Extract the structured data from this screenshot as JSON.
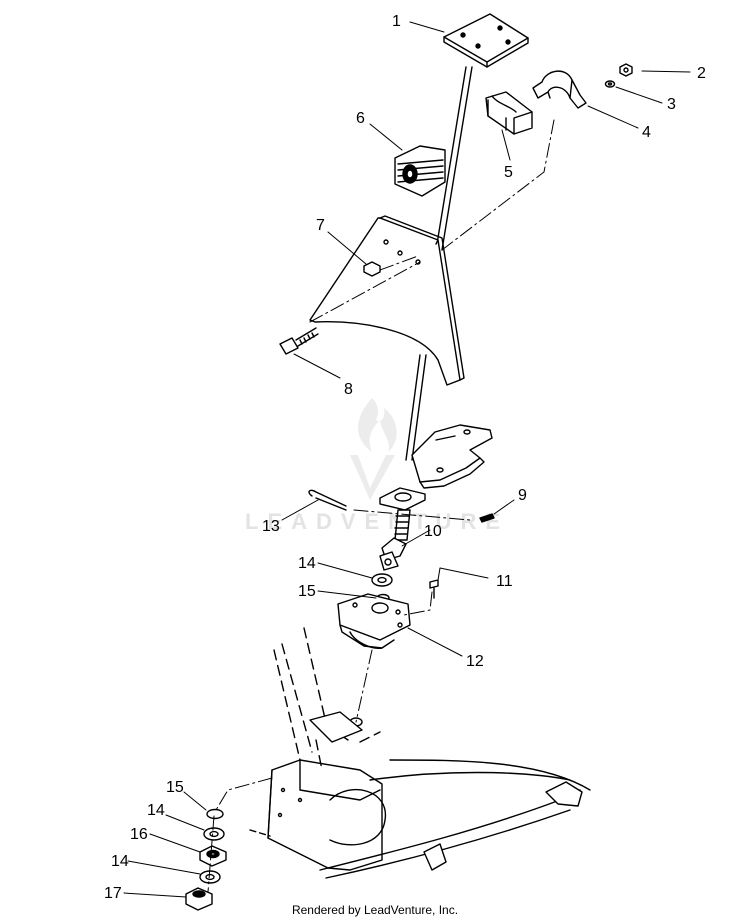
{
  "diagram": {
    "callouts": [
      {
        "id": "c1",
        "label": "1"
      },
      {
        "id": "c2",
        "label": "2"
      },
      {
        "id": "c3",
        "label": "3"
      },
      {
        "id": "c4",
        "label": "4"
      },
      {
        "id": "c5",
        "label": "5"
      },
      {
        "id": "c6",
        "label": "6"
      },
      {
        "id": "c7",
        "label": "7"
      },
      {
        "id": "c8",
        "label": "8"
      },
      {
        "id": "c9",
        "label": "9"
      },
      {
        "id": "c10",
        "label": "10"
      },
      {
        "id": "c11",
        "label": "11"
      },
      {
        "id": "c12",
        "label": "12"
      },
      {
        "id": "c13",
        "label": "13"
      },
      {
        "id": "c14a",
        "label": "14"
      },
      {
        "id": "c15a",
        "label": "15"
      },
      {
        "id": "c15b",
        "label": "15"
      },
      {
        "id": "c14b",
        "label": "14"
      },
      {
        "id": "c16",
        "label": "16"
      },
      {
        "id": "c14c",
        "label": "14"
      },
      {
        "id": "c17",
        "label": "17"
      }
    ]
  },
  "watermark": {
    "text": "LEADVENTURE"
  },
  "footer": {
    "credit": "Rendered by LeadVenture, Inc."
  }
}
